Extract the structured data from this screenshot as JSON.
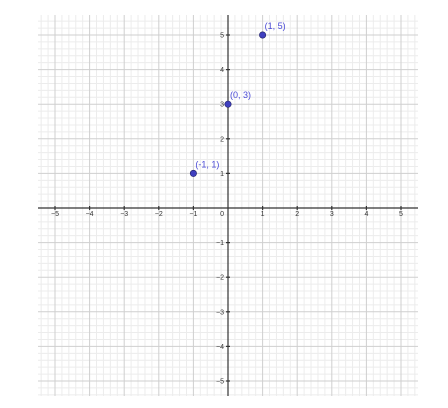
{
  "chart_data": {
    "type": "scatter",
    "title": "",
    "xlabel": "",
    "ylabel": "",
    "xlim": [
      -5.5,
      5.5
    ],
    "ylim": [
      -5.5,
      5.5
    ],
    "x_ticks": [
      -5,
      -4,
      -3,
      -2,
      -1,
      1,
      2,
      3,
      4,
      5
    ],
    "y_ticks": [
      -5,
      -4,
      -3,
      -2,
      -1,
      1,
      2,
      3,
      4,
      5
    ],
    "origin_label": "0",
    "grid": true,
    "minor_grid_step": 0.2,
    "points": [
      {
        "x": -1,
        "y": 1,
        "label": "(-1, 1)"
      },
      {
        "x": 0,
        "y": 3,
        "label": "(0, 3)"
      },
      {
        "x": 1,
        "y": 5,
        "label": "(1, 5)"
      }
    ],
    "point_color": "#3f3fbf",
    "label_color": "#4a4ad6"
  }
}
